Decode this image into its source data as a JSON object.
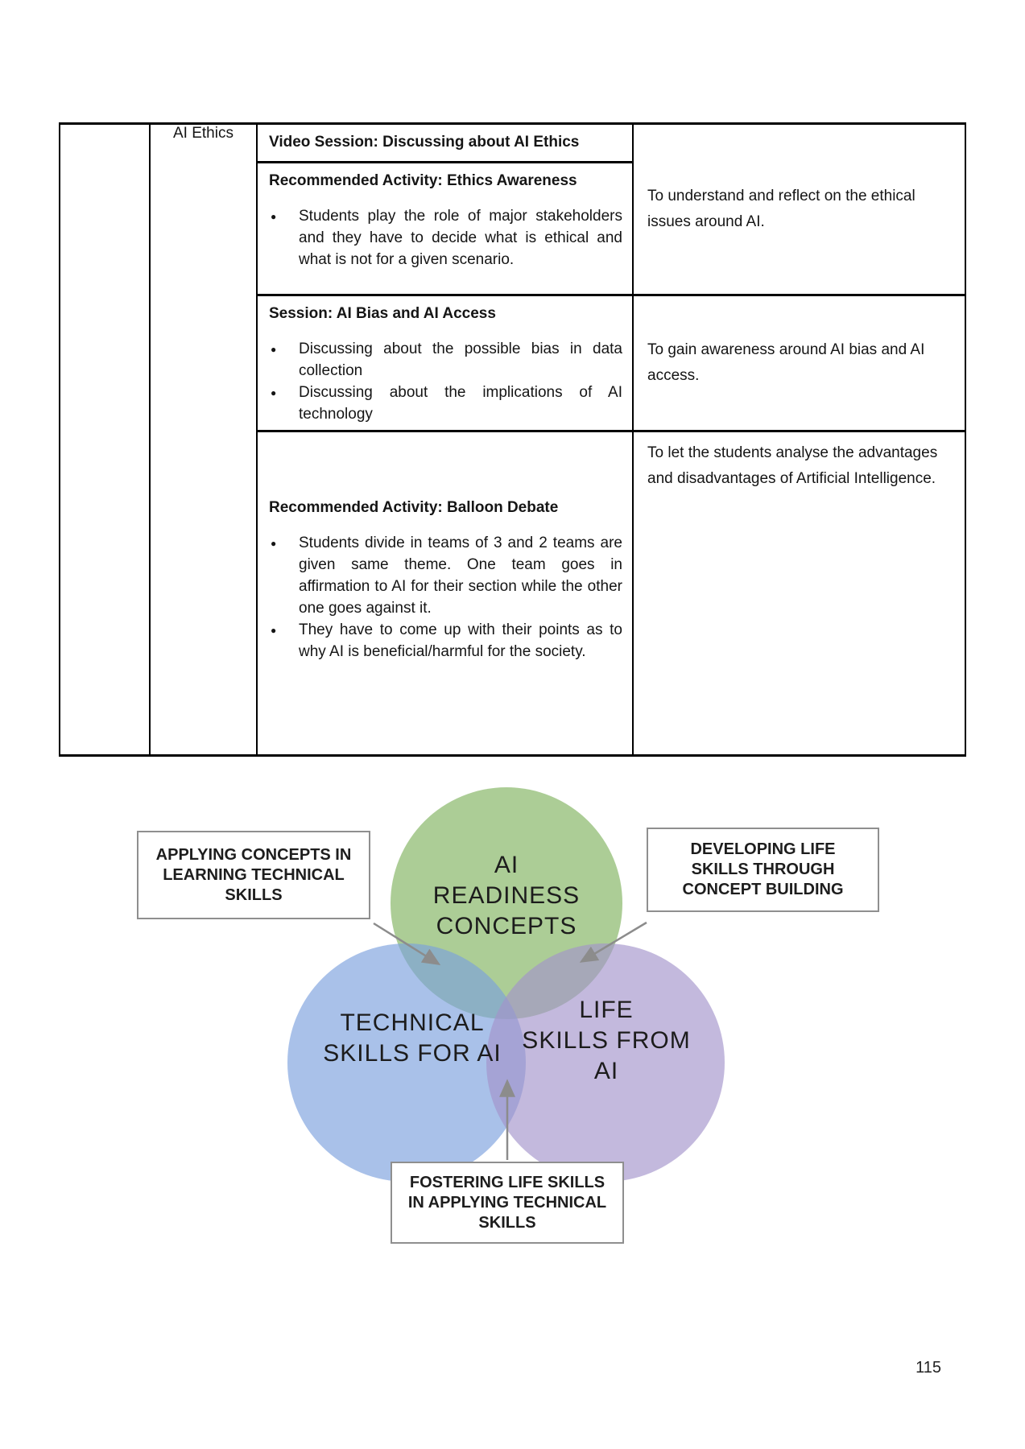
{
  "page": {
    "number": "115"
  },
  "table": {
    "unit_column": "",
    "topic": "AI Ethics",
    "sections": [
      {
        "heading": "Video Session: Discussing about AI Ethics",
        "bullets": []
      },
      {
        "heading": "Recommended Activity: Ethics Awareness",
        "bullets": [
          "Students play the role of major stakeholders and they have to decide what is ethical and what is not for a given scenario."
        ]
      },
      {
        "heading": "Session: AI Bias and AI Access",
        "bullets": [
          "Discussing about the possible bias in data collection",
          "Discussing about the implications of AI technology"
        ]
      },
      {
        "heading": "Recommended Activity: Balloon Debate",
        "bullets": [
          "Students divide in teams of 3 and 2 teams are given same theme. One team goes in affirmation to AI for their section while the other one goes against it.",
          "They have to come up with their points as to why AI is beneficial/harmful for the society."
        ]
      }
    ],
    "objectives": [
      "To understand and reflect on the ethical issues around AI.",
      "To gain awareness around AI bias and AI access.",
      "To let the students analyse the advantages and disadvantages of Artificial Intelligence."
    ]
  },
  "diagram": {
    "circles": {
      "top": {
        "name": "AI Readiness Concepts",
        "lines": [
          "AI",
          "READINESS",
          "CONCEPTS"
        ],
        "color": "#7fb25e"
      },
      "left": {
        "name": "Technical Skills for AI",
        "lines": [
          "TECHNICAL",
          "SKILLS FOR AI"
        ],
        "color": "#7b9fdd"
      },
      "right": {
        "name": "Life Skills from AI",
        "lines": [
          "LIFE",
          "SKILLS FROM",
          "AI"
        ],
        "color": "#a393cb"
      }
    },
    "callouts": {
      "left": {
        "lines": [
          "APPLYING CONCEPTS IN",
          "LEARNING TECHNICAL",
          "SKILLS"
        ]
      },
      "right": {
        "lines": [
          "DEVELOPING LIFE",
          "SKILLS THROUGH",
          "CONCEPT BUILDING"
        ]
      },
      "bottom": {
        "lines": [
          "FOSTERING LIFE SKILLS",
          "IN APPLYING TECHNICAL",
          "SKILLS"
        ]
      }
    },
    "connector_color": "#8c8c8c"
  }
}
